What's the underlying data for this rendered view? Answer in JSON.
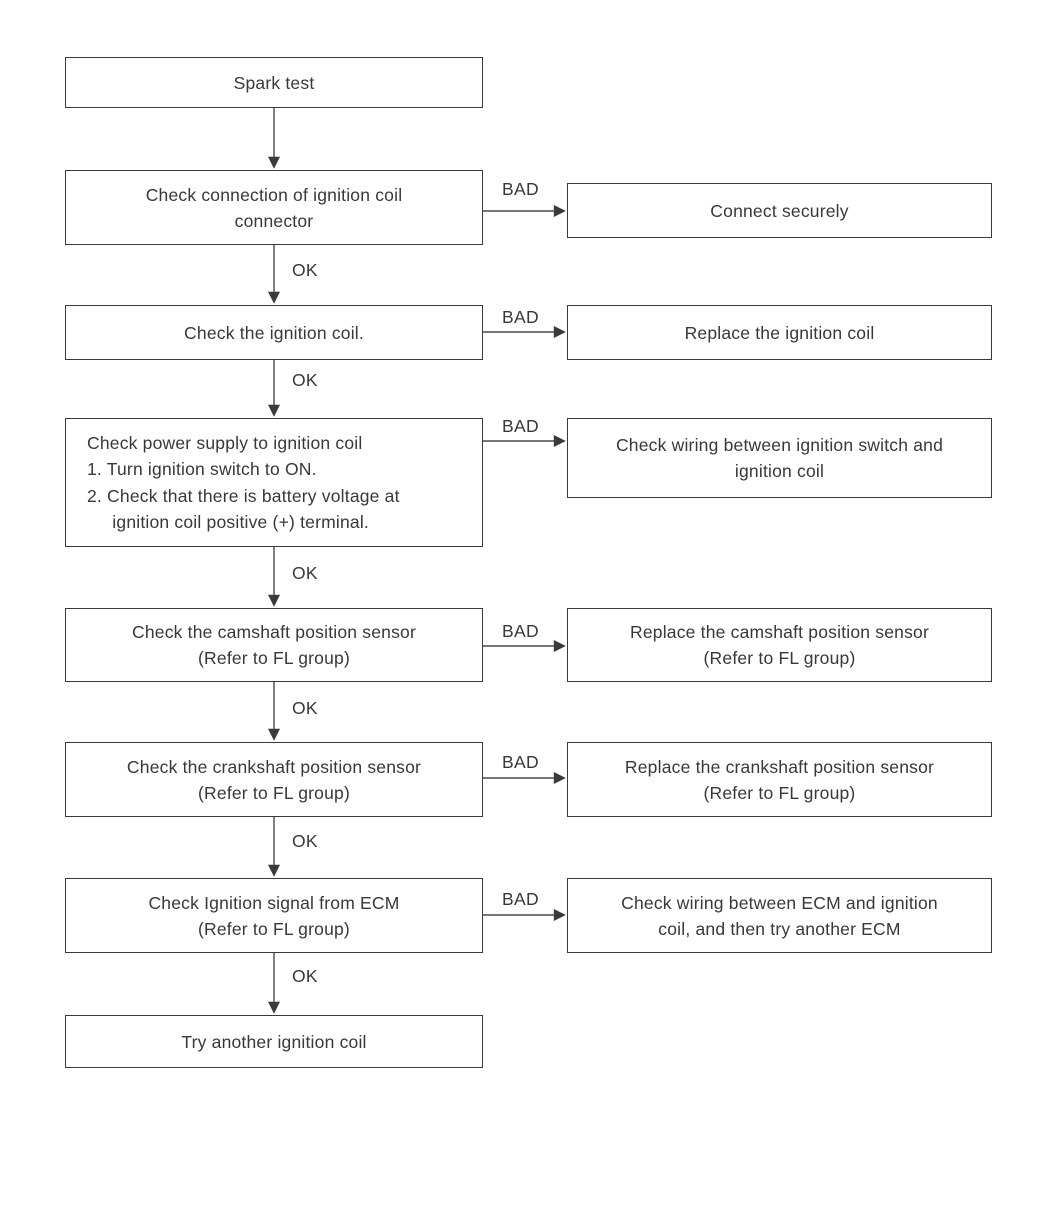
{
  "flowchart": {
    "start": {
      "label": "Spark test"
    },
    "end": {
      "label": "Try another ignition coil"
    },
    "ok_label": "OK",
    "bad_label": "BAD",
    "colors": {
      "background": "#ffffff",
      "line": "#4a4a4a",
      "border": "#3a3a3a",
      "text": "#383838"
    },
    "steps": [
      {
        "label": "Check connection of ignition coil\nconnector",
        "remedy": "Connect securely"
      },
      {
        "label": "Check the ignition coil.",
        "remedy": "Replace the ignition coil"
      },
      {
        "label": "Check power supply to ignition coil\n1. Turn ignition switch to ON.\n2. Check that there is battery voltage at\n     ignition coil positive (+) terminal.",
        "remedy": "Check wiring between ignition switch and\nignition coil"
      },
      {
        "label": "Check the camshaft position sensor\n(Refer to FL group)",
        "remedy": "Replace the camshaft position sensor\n(Refer to FL group)"
      },
      {
        "label": "Check the crankshaft position sensor\n(Refer to FL group)",
        "remedy": "Replace the crankshaft position sensor\n(Refer to FL group)"
      },
      {
        "label": "Check Ignition signal from ECM\n(Refer to FL group)",
        "remedy": "Check wiring between ECM and ignition\ncoil, and then try another ECM"
      }
    ]
  }
}
